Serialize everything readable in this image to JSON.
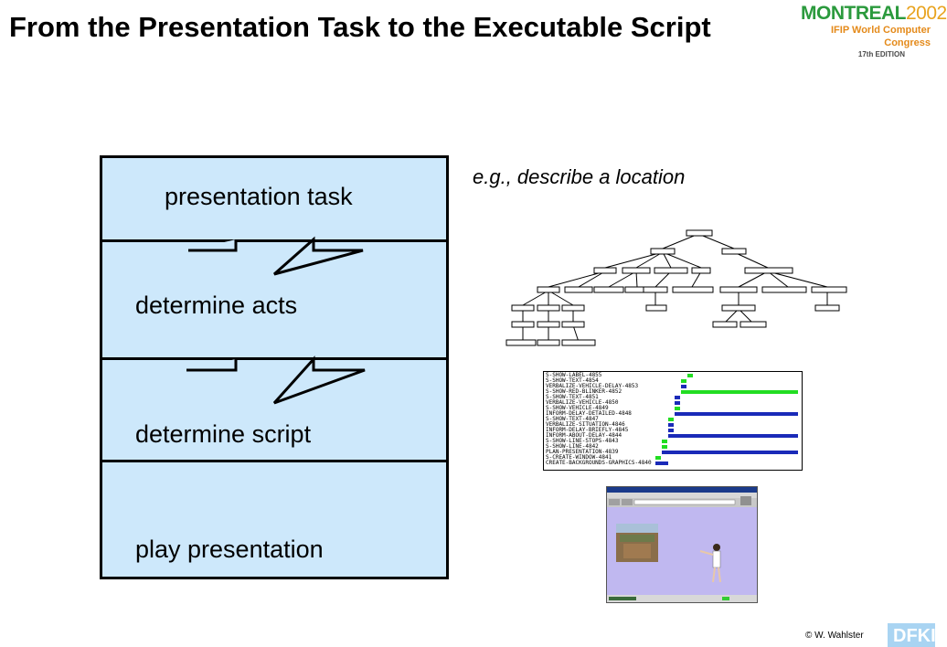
{
  "slide": {
    "title": "From the Presentation Task to the Executable Script",
    "logo": {
      "city": "MONTREAL",
      "year": "2002",
      "congress": "IFIP World Computer Congress",
      "edition": "17th EDITION"
    },
    "flow_steps": [
      {
        "label": "presentation task"
      },
      {
        "label": "determine acts"
      },
      {
        "label": "determine script"
      },
      {
        "label": "play presentation"
      }
    ],
    "example_caption": "e.g., describe a location",
    "script_lines": [
      "S-SHOW-LABEL-4855",
      "S-SHOW-TEXT-4854",
      "VERBALIZE-VEHICLE-DELAY-4853",
      "S-SHOW-RED-BLINKER-4852",
      "S-SHOW-TEXT-4851",
      "VERBALIZE-VEHICLE-4850",
      "S-SHOW-VEHICLE-4849",
      "INFORM-DELAY-DETAILED-4848",
      "S-SHOW-TEXT-4847",
      "VERBALIZE-SITUATION-4846",
      "INFORM-DELAY-BRIEFLY-4845",
      "INFORM-ABOUT-DELAY-4844",
      "S-SHOW-LINE-STOPS-4843",
      "S-SHOW-LINE-4842",
      "PLAN-PRESENTATION-4839",
      "S-CREATE-WINDOW-4841",
      "CREATE-BACKGROUNDS-GRAPHICS-4840"
    ],
    "copyright": "© W. Wahlster",
    "colors": {
      "flow_fill": "#cde8fb",
      "bar_green": "#22dd22",
      "bar_blue": "#1a2ab8",
      "logo_green": "#2b9a3d",
      "logo_orange": "#e8a31f"
    }
  }
}
